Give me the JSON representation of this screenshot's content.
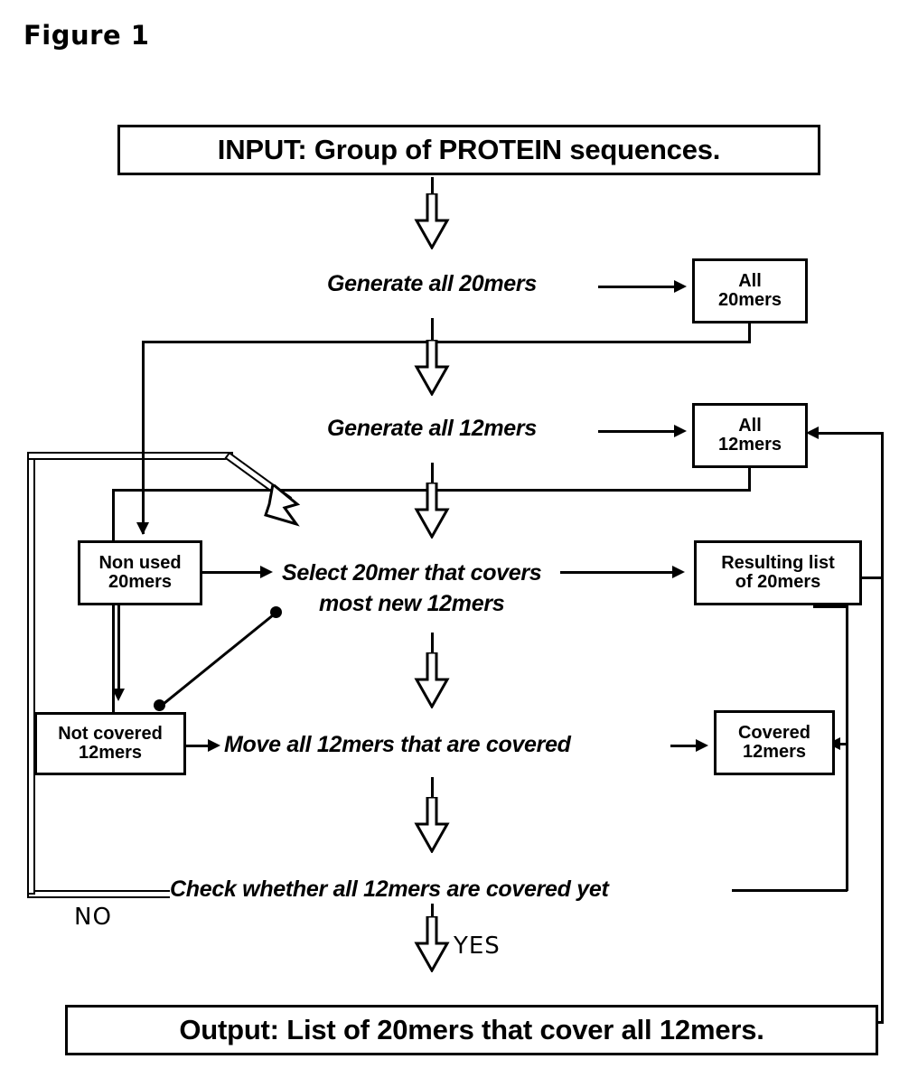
{
  "figure": {
    "title": "Figure 1"
  },
  "nodes": {
    "input": {
      "label": "INPUT: Group of PROTEIN sequences.",
      "role": "input-banner"
    },
    "output": {
      "label": "Output: List of 20mers that cover all 12mers.",
      "role": "output-banner"
    },
    "all_20mers": {
      "line1": "All",
      "line2": "20mers"
    },
    "all_12mers": {
      "line1": "All",
      "line2": "12mers"
    },
    "non_used_20mers": {
      "line1": "Non used",
      "line2": "20mers"
    },
    "resulting_list": {
      "line1": "Resulting list",
      "line2": "of 20mers"
    },
    "not_covered_12mers": {
      "line1": "Not covered",
      "line2": "12mers"
    },
    "covered_12mers": {
      "line1": "Covered",
      "line2": "12mers"
    }
  },
  "processes": {
    "generate_20mers": "Generate all 20mers",
    "generate_12mers": "Generate all 12mers",
    "select_20mer_line1": "Select 20mer that covers",
    "select_20mer_line2": "most new 12mers",
    "move_12mers": "Move all 12mers that are covered",
    "check_covered": "Check whether all 12mers are covered yet"
  },
  "branch_labels": {
    "no": "NO",
    "yes": "YES"
  },
  "colors": {
    "ink": "#000000",
    "paper": "#ffffff"
  }
}
